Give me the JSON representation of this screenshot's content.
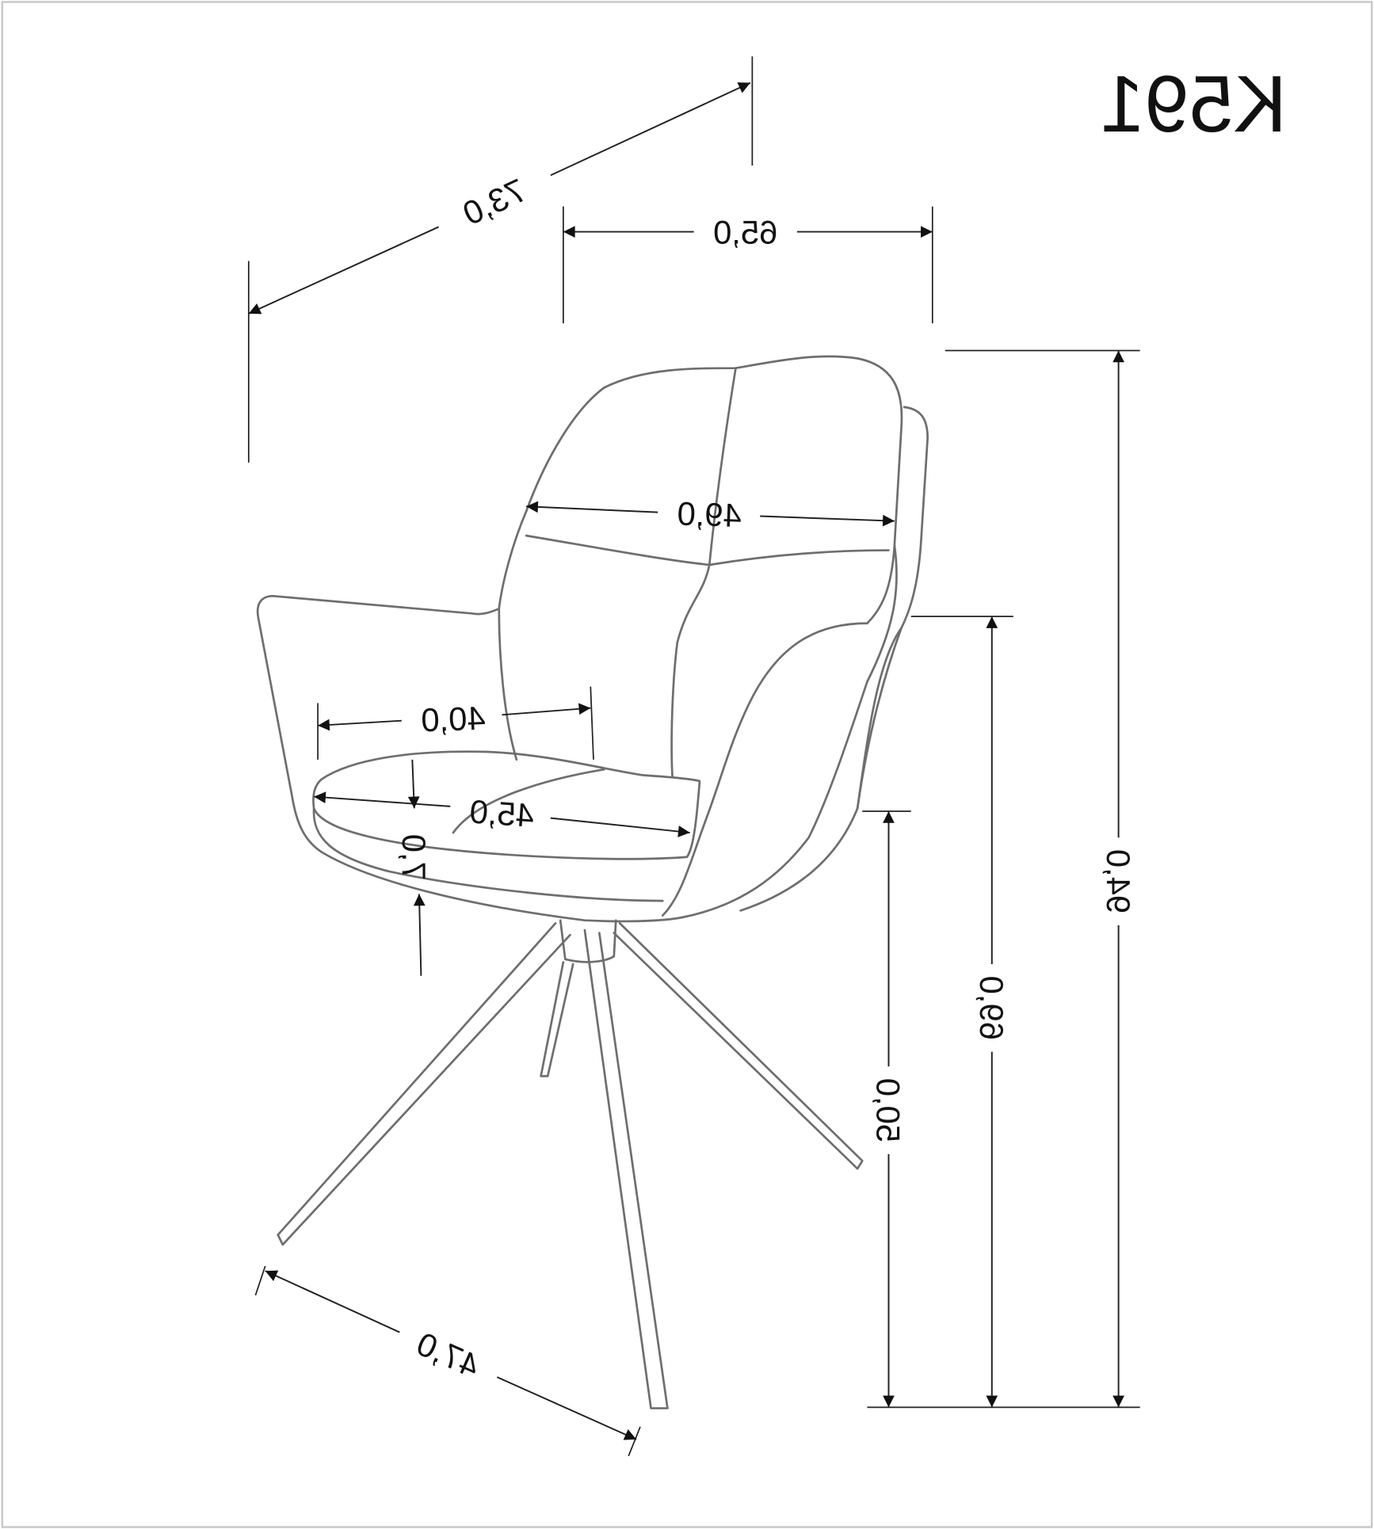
{
  "model": "K591",
  "mirrored": true,
  "dimensions": {
    "depth": "73,0",
    "width": "65,0",
    "backrest_width": "49,0",
    "seat_depth": "40,0",
    "seat_width": "45,0",
    "seat_thickness": "7,0",
    "base_span": "47,0",
    "seat_height": "50,0",
    "armrest_height": "69,0",
    "total_height": "94,0"
  }
}
